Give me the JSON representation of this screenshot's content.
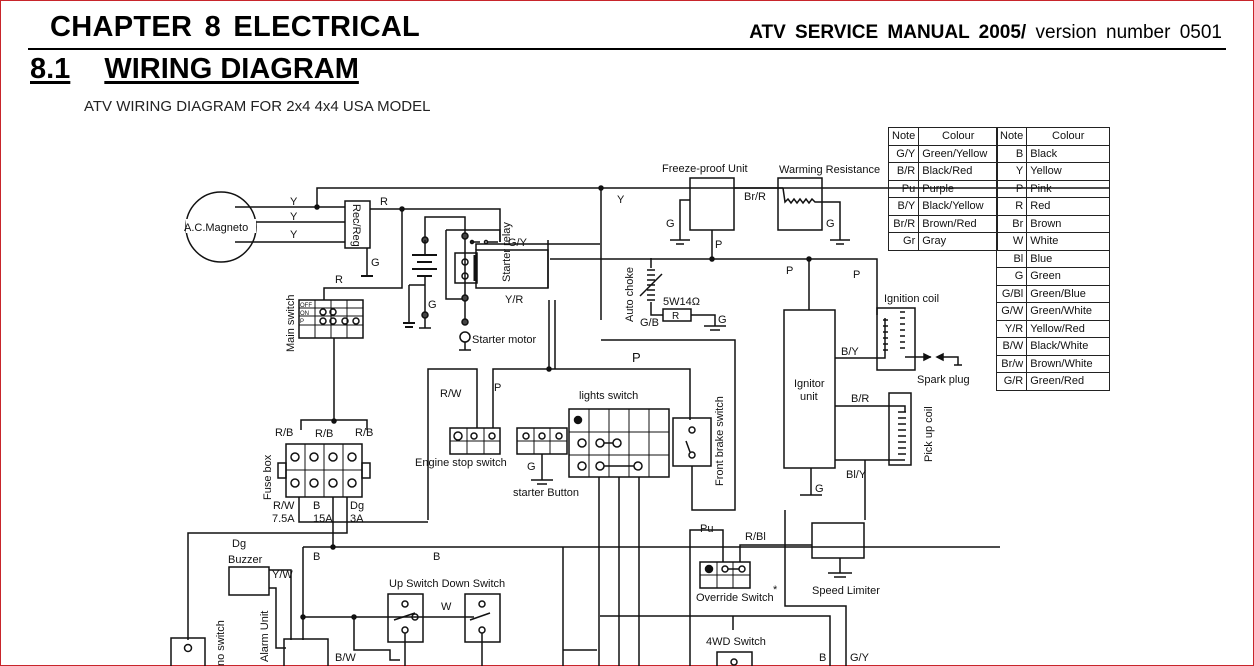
{
  "header": {
    "chapter_title": "CHAPTER  8  ELECTRICAL",
    "manual_title_bold": "ATV  SERVICE  MANUAL  2005/",
    "manual_title_regular": " version  number  0501",
    "section_number": "8.1",
    "section_title": "WIRING DIAGRAM",
    "subtitle": "ATV WIRING DIAGRAM FOR  2x4  4x4  USA MODEL"
  },
  "legend": {
    "left": {
      "headers": [
        "Note",
        "Colour"
      ],
      "rows": [
        {
          "note": "G/Y",
          "colour": "Green/Yellow"
        },
        {
          "note": "B/R",
          "colour": "Black/Red"
        },
        {
          "note": "Pu",
          "colour": "Purple"
        },
        {
          "note": "B/Y",
          "colour": "Black/Yellow"
        },
        {
          "note": "Br/R",
          "colour": "Brown/Red"
        },
        {
          "note": "Gr",
          "colour": "Gray"
        }
      ]
    },
    "right": {
      "headers": [
        "Note",
        "Colour"
      ],
      "rows": [
        {
          "note": "B",
          "colour": "Black"
        },
        {
          "note": "Y",
          "colour": "Yellow"
        },
        {
          "note": "P",
          "colour": "Pink"
        },
        {
          "note": "R",
          "colour": "Red"
        },
        {
          "note": "Br",
          "colour": "Brown"
        },
        {
          "note": "W",
          "colour": "White"
        },
        {
          "note": "Bl",
          "colour": "Blue"
        },
        {
          "note": "G",
          "colour": "Green"
        },
        {
          "note": "G/Bl",
          "colour": "Green/Blue"
        },
        {
          "note": "G/W",
          "colour": "Green/White"
        },
        {
          "note": "Y/R",
          "colour": "Yellow/Red"
        },
        {
          "note": "B/W",
          "colour": "Black/White"
        },
        {
          "note": "Br/w",
          "colour": "Brown/White"
        },
        {
          "note": "G/R",
          "colour": "Green/Red"
        }
      ]
    }
  },
  "components": {
    "ac_magneto": "A.C.Magneto",
    "rec_reg": "Rec/Reg",
    "main_switch": "Main switch",
    "main_switch_positions": [
      "OFF",
      "ON",
      "P"
    ],
    "starter_relay": "Starter relay",
    "starter_motor": "Starter motor",
    "freeze_proof_unit": "Freeze-proof Unit",
    "warming_resistance": "Warming Resistance",
    "auto_choke": "Auto choke",
    "resistor_rating": "5W14Ω",
    "resistor_label": "R",
    "ignition_coil": "Ignition coil",
    "spark_plug": "Spark plug",
    "ignitor_unit_line1": "Ignitor",
    "ignitor_unit_line2": "unit",
    "pick_up_coil": "Pick up coil",
    "engine_stop_switch": "Engine stop switch",
    "starter_button": "starter Button",
    "lights_switch": "lights switch",
    "front_brake_switch": "Front brake switch",
    "fuse_box": "Fuse box",
    "fuse_ratings": [
      "7.5A",
      "15A",
      "3A"
    ],
    "buzzer": "Buzzer",
    "alarm_unit": "Alarm Unit",
    "reverse_switch_partial": "no switch",
    "up_down_switch": "Up Switch Down Switch",
    "override_switch": "Override Switch",
    "override_asterisk": "*",
    "speed_limiter": "Speed Limiter",
    "four_wd_switch": "4WD Switch"
  },
  "wire_labels": {
    "mag_y1": "Y",
    "mag_y2": "Y",
    "mag_y3": "Y",
    "rec_r": "R",
    "rec_g": "G",
    "main_r": "R",
    "top_y": "Y",
    "g_y": "G/Y",
    "y_r": "Y/R",
    "bat_g": "G",
    "freeze_g": "G",
    "br_r": "Br/R",
    "warm_g": "G",
    "freeze_p": "P",
    "p1": "P",
    "p2": "P",
    "g_b": "G/B",
    "res_g": "G",
    "b_y": "B/Y",
    "b_r": "B/R",
    "bl_y": "Bl/Y",
    "ign_g": "G",
    "rw": "R/W",
    "esp": "P",
    "lights_p": "P",
    "start_g": "G",
    "fuse_rb1": "R/B",
    "fuse_rb2": "R/B",
    "fuse_rb3": "R/B",
    "fuse_rw": "R/W",
    "fuse_b": "B",
    "fuse_dg": "Dg",
    "dg": "Dg",
    "b1": "B",
    "b2": "B",
    "y_w": "Y/W",
    "w": "W",
    "b_w": "B/W",
    "pu": "Pu",
    "r_bl": "R/Bl",
    "bottom_b": "B",
    "bottom_gy": "G/Y"
  }
}
